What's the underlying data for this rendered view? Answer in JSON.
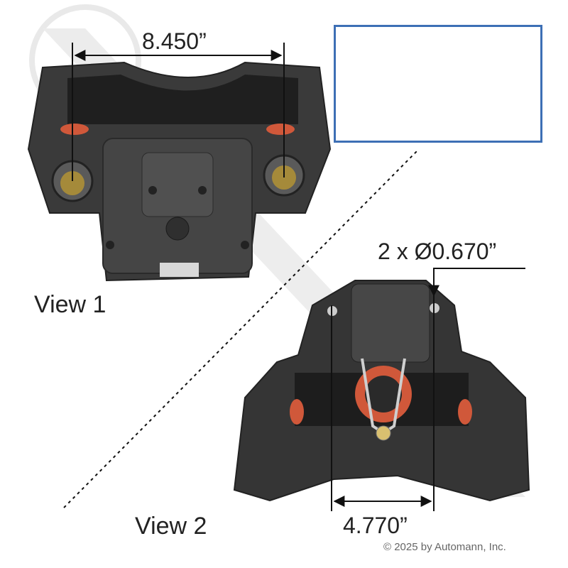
{
  "dimensions": {
    "view1_width": "8.450”",
    "hole_spec": "2 x Ø0.670”",
    "view2_width": "4.770”"
  },
  "views": {
    "view1": "View 1",
    "view2": "View 2"
  },
  "copyright": "© 2025 by Automann, Inc.",
  "colors": {
    "inset_border": "#3d6fb5",
    "caliper_body": "#3a3a3a",
    "seal_orange": "#d0583a",
    "pin_silver": "#c9c9c9",
    "cap_brass": "#a58a3a"
  }
}
